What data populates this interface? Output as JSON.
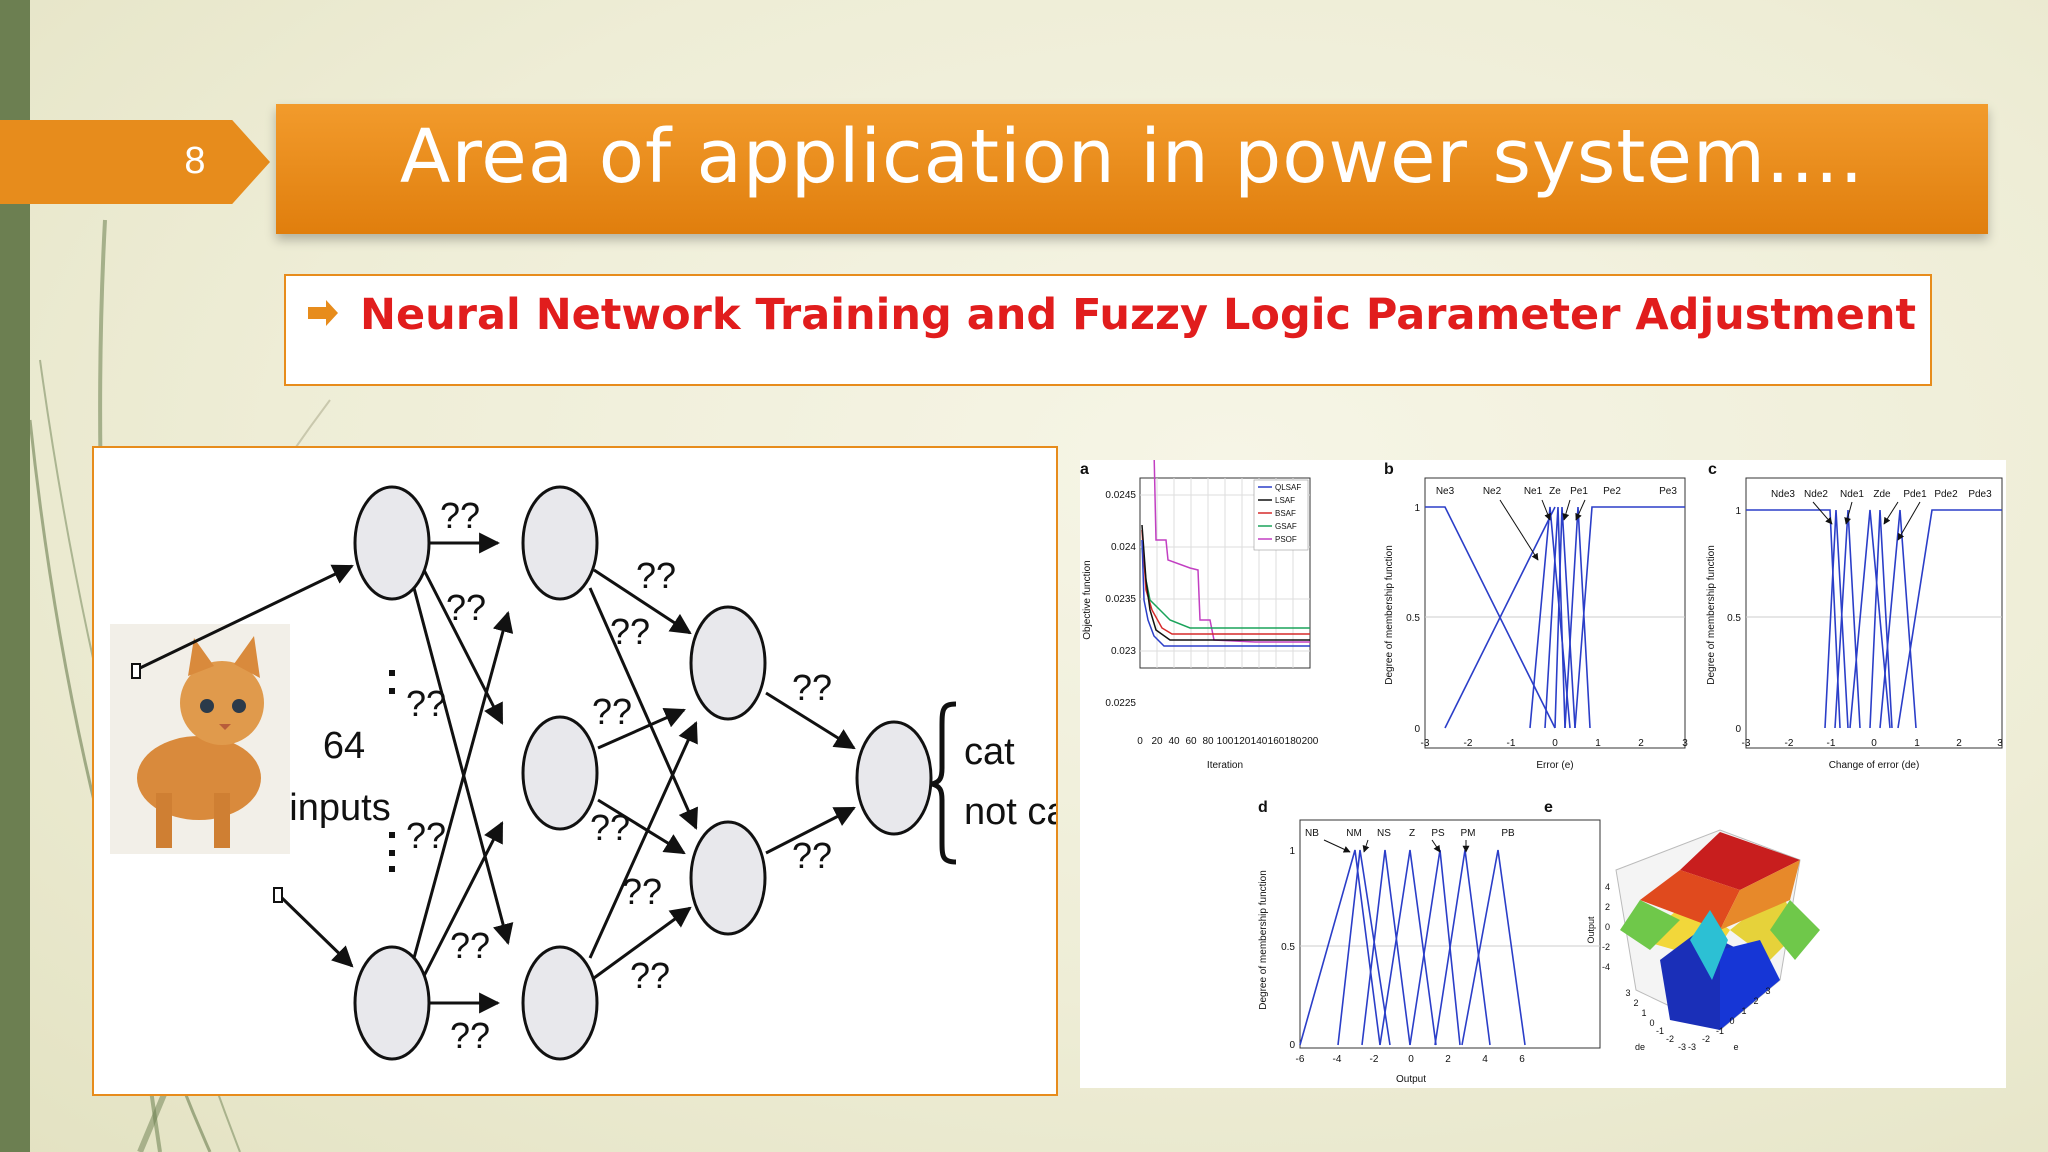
{
  "slide": {
    "number": "8",
    "title": "Area of application in power system....",
    "subtitle": "Neural Network Training and Fuzzy Logic Parameter Adjustment"
  },
  "colors": {
    "accent_orange": "#e78c1c",
    "subtitle_red": "#e11d1d",
    "left_bar_green": "#6c7f51"
  },
  "neural_network_figure": {
    "inputs_count": "64",
    "inputs_word": "inputs",
    "weight_label": "??",
    "output_cat": "cat",
    "output_not_cat": "not cat"
  },
  "fuzzy_figure": {
    "panel_a": {
      "letter": "a",
      "ylabel": "Objective function",
      "xlabel": "Iteration",
      "yticks": [
        "0.0245",
        "0.024",
        "0.0235",
        "0.023",
        "0.0225"
      ],
      "xticks": [
        "0",
        "20",
        "40",
        "60",
        "80",
        "100",
        "120",
        "140",
        "160",
        "180",
        "200"
      ],
      "legend": [
        "QLSAF",
        "LSAF",
        "BSAF",
        "GSAF",
        "PSOF"
      ],
      "legend_colors": [
        "#2b3ec8",
        "#111111",
        "#d62a2a",
        "#1aa35a",
        "#c23fc2"
      ]
    },
    "panel_b": {
      "letter": "b",
      "ylabel": "Degree of membership function",
      "xlabel": "Error (e)",
      "labels": [
        "Ne3",
        "Ne2",
        "Ne1",
        "Ze",
        "Pe1",
        "Pe2",
        "Pe3"
      ],
      "xticks": [
        "-3",
        "-2",
        "-1",
        "0",
        "1",
        "2",
        "3"
      ],
      "yticks": [
        "1",
        "0.5",
        "0"
      ]
    },
    "panel_c": {
      "letter": "c",
      "ylabel": "Degree of membership function",
      "xlabel": "Change of error (de)",
      "labels": [
        "Nde3",
        "Nde2",
        "Nde1",
        "Zde",
        "Pde1",
        "Pde2",
        "Pde3"
      ],
      "xticks": [
        "-3",
        "-2",
        "-1",
        "0",
        "1",
        "2",
        "3"
      ],
      "yticks": [
        "1",
        "0.5",
        "0"
      ]
    },
    "panel_d": {
      "letter": "d",
      "ylabel": "Degree of membership function",
      "xlabel": "Output",
      "labels": [
        "NB",
        "NM",
        "NS",
        "Z",
        "PS",
        "PM",
        "PB"
      ],
      "xticks": [
        "-6",
        "-4",
        "-2",
        "0",
        "2",
        "4",
        "6"
      ],
      "yticks": [
        "1",
        "0.5",
        "0"
      ]
    },
    "panel_e": {
      "letter": "e",
      "zlabel": "Output",
      "xlabel": "de",
      "ylabel": "e",
      "zticks": [
        "4",
        "2",
        "0",
        "-2",
        "-4"
      ],
      "de_ticks": [
        "3",
        "2",
        "1",
        "0",
        "-1",
        "-2",
        "-3"
      ],
      "e_ticks": [
        "-3",
        "-2",
        "-1",
        "0",
        "1",
        "2",
        "3"
      ]
    }
  }
}
